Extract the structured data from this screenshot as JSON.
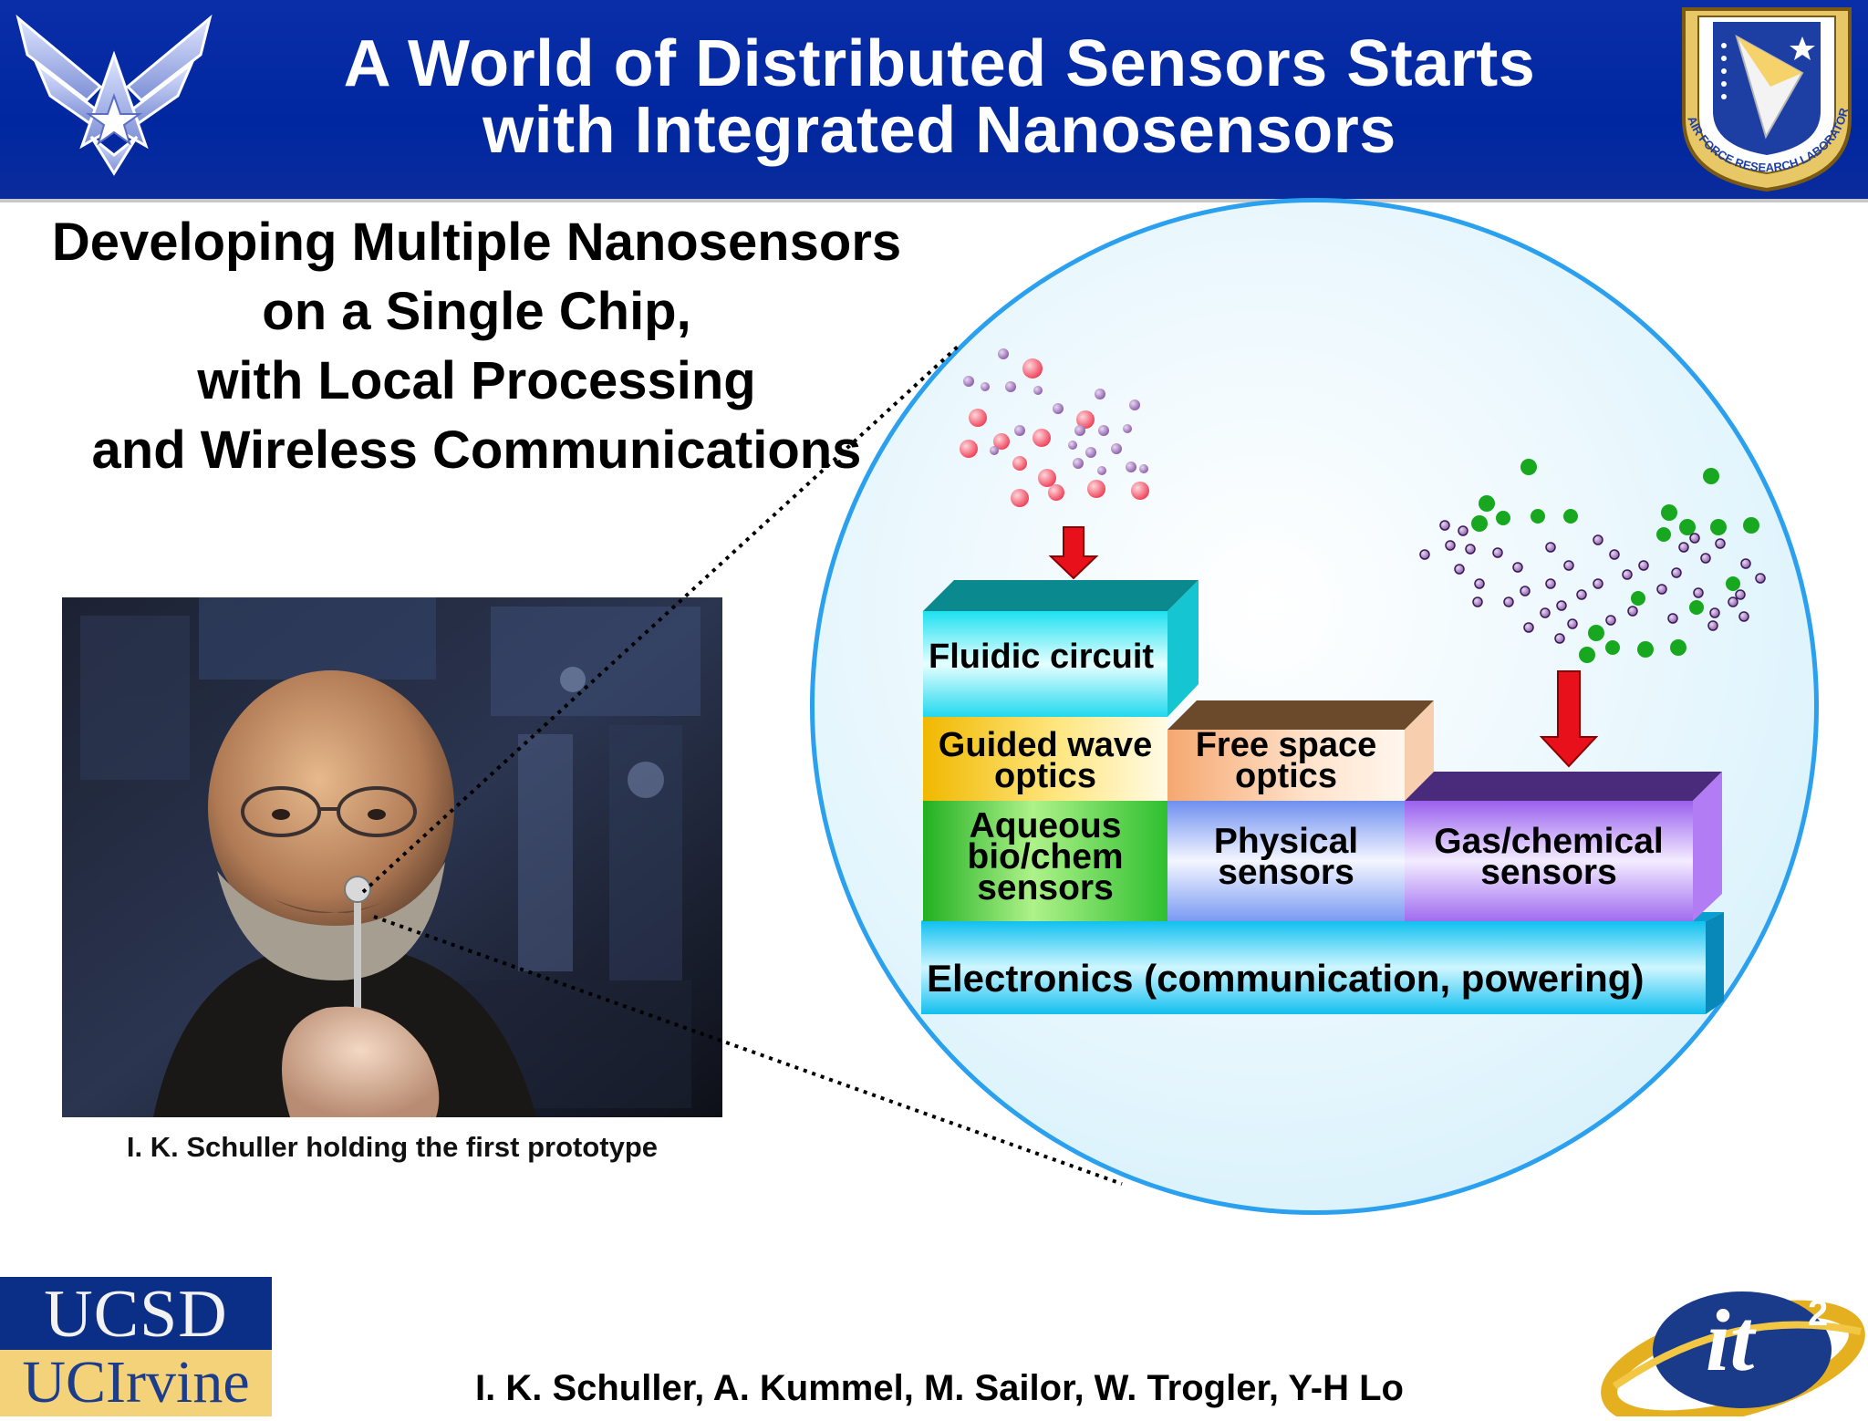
{
  "header": {
    "title_line1": "A World of Distributed Sensors Starts",
    "title_line2": "with Integrated Nanosensors",
    "left_logo_icon": "air-force-wings-icon",
    "right_logo": {
      "icon": "afrl-shield-icon",
      "ring_text": "AIR FORCE RESEARCH LABORATORY"
    }
  },
  "headline": {
    "line1": "Developing Multiple Nanosensors",
    "line2": "on a Single Chip,",
    "line3": "with Local Processing",
    "line4": "and Wireless Communications"
  },
  "photo": {
    "caption": "I. K. Schuller holding the first prototype"
  },
  "diagram": {
    "blocks": {
      "fluidic": "Fluidic circuit",
      "guided_wave_line1": "Guided wave",
      "guided_wave_line2": "optics",
      "free_space_line1": "Free space",
      "free_space_line2": "optics",
      "aqueous_line1": "Aqueous",
      "aqueous_line2": "bio/chem",
      "aqueous_line3": "sensors",
      "physical_line1": "Physical",
      "physical_line2": "sensors",
      "gas_line1": "Gas/chemical",
      "gas_line2": "sensors",
      "electronics": "Electronics (communication, powering)"
    },
    "colors": {
      "circle_border": "#2aa0ee",
      "fluidic": "#22e6f2",
      "guided_wave": "#f6c21a",
      "free_space": "#f8b98a",
      "aqueous": "#3bc43a",
      "physical": "#7f9df2",
      "gas": "#a06cf0",
      "electronics": "#1ec6f2",
      "arrow": "#e8101a",
      "red_particle": "#f25a6a",
      "purple_particle": "#8a5aa8",
      "green_particle": "#1aaa22"
    }
  },
  "footer": {
    "logo_top": "UCSD",
    "logo_bottom": "UCIrvine",
    "authors": "I. K. Schuller, A. Kummel, M. Sailor, W. Trogler, Y-H Lo",
    "right_logo": {
      "icon": "it2-logo-icon",
      "text": "it",
      "superscript": "2"
    }
  }
}
